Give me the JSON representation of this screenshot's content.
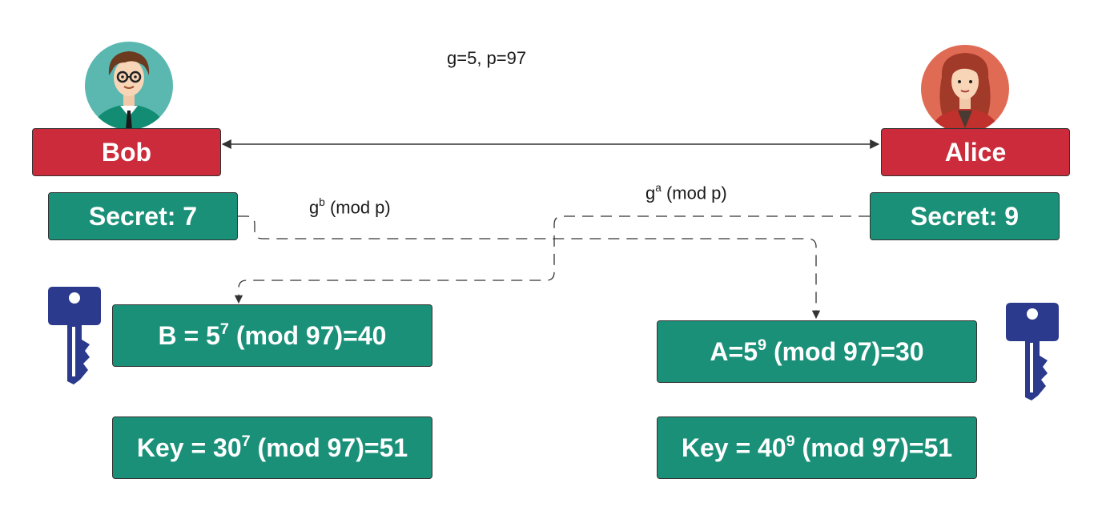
{
  "params": {
    "text": "g=5, p=97"
  },
  "bob": {
    "name": "Bob",
    "secret": "Secret: 7",
    "public_value": {
      "prefix": "B = 5",
      "exp": "7",
      "suffix": " (mod 97)=40"
    },
    "key": {
      "prefix": "Key = 30",
      "exp": "7",
      "suffix": " (mod 97)=51"
    },
    "sends": {
      "base": "g",
      "exp": "b",
      "suffix": " (mod p)"
    }
  },
  "alice": {
    "name": "Alice",
    "secret": "Secret: 9",
    "public_value": {
      "prefix": "A=5",
      "exp": "9",
      "suffix": " (mod 97)=30"
    },
    "key": {
      "prefix": "Key = 40",
      "exp": "9",
      "suffix": " (mod 97)=51"
    },
    "sends": {
      "base": "g",
      "exp": "a",
      "suffix": " (mod p)"
    }
  },
  "colors": {
    "name_box": "#cb2b3a",
    "value_box": "#1a9078",
    "key_icon": "#2b3a8c",
    "bob_bg": "#5ab8b0",
    "alice_bg": "#e06b55"
  },
  "icons": [
    "bob-avatar",
    "alice-avatar",
    "key-icon"
  ]
}
